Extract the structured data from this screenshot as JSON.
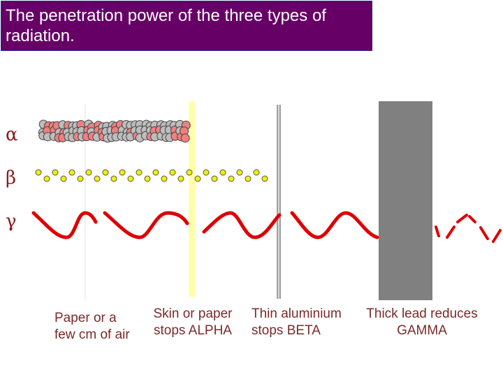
{
  "title": "The penetration power of the three types of radiation.",
  "radiation_symbols": {
    "alpha": "α",
    "beta": "β",
    "gamma": "γ"
  },
  "barriers": [
    {
      "id": "air",
      "label": "Paper or a few cm of air"
    },
    {
      "id": "paper",
      "label": "Skin or paper stops ALPHA"
    },
    {
      "id": "aluminium",
      "label": "Thin aluminium stops BETA"
    },
    {
      "id": "lead",
      "label": "Thick lead reduces GAMMA"
    }
  ],
  "colors": {
    "title_bg": "#660066",
    "title_text": "#ffffff",
    "symbol": "#8b1a1a",
    "label": "#7a2a2a",
    "paper": "#ffffaa",
    "aluminium": "#a0a0a0",
    "lead": "#808080",
    "gamma_wave": "#dd0000",
    "beta_particle": "#f0f000",
    "alpha_pink": "#f08080",
    "alpha_grey": "#bdbdbd"
  }
}
